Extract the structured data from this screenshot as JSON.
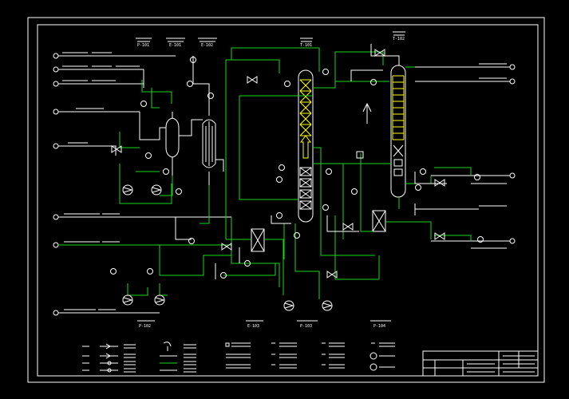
{
  "drawing": {
    "type": "process-flow-diagram",
    "border_color": "#ffffff",
    "line_colors": {
      "process": "#19d619",
      "equipment": "#ffffff",
      "tray": "#ffff00"
    }
  },
  "equipment_tags": [
    {
      "name": "tag-1",
      "code": "P-101"
    },
    {
      "name": "tag-2",
      "code": "E-101"
    },
    {
      "name": "tag-3",
      "code": "E-102"
    },
    {
      "name": "tag-4",
      "code": "T-101"
    },
    {
      "name": "tag-5",
      "code": "T-102"
    },
    {
      "name": "tag-6",
      "code": "P-102"
    },
    {
      "name": "tag-7",
      "code": "E-103"
    },
    {
      "name": "tag-8",
      "code": "P-103"
    },
    {
      "name": "tag-9",
      "code": "P-104"
    }
  ],
  "legend": {
    "column_count": 6
  },
  "title_block": {
    "present": true
  }
}
